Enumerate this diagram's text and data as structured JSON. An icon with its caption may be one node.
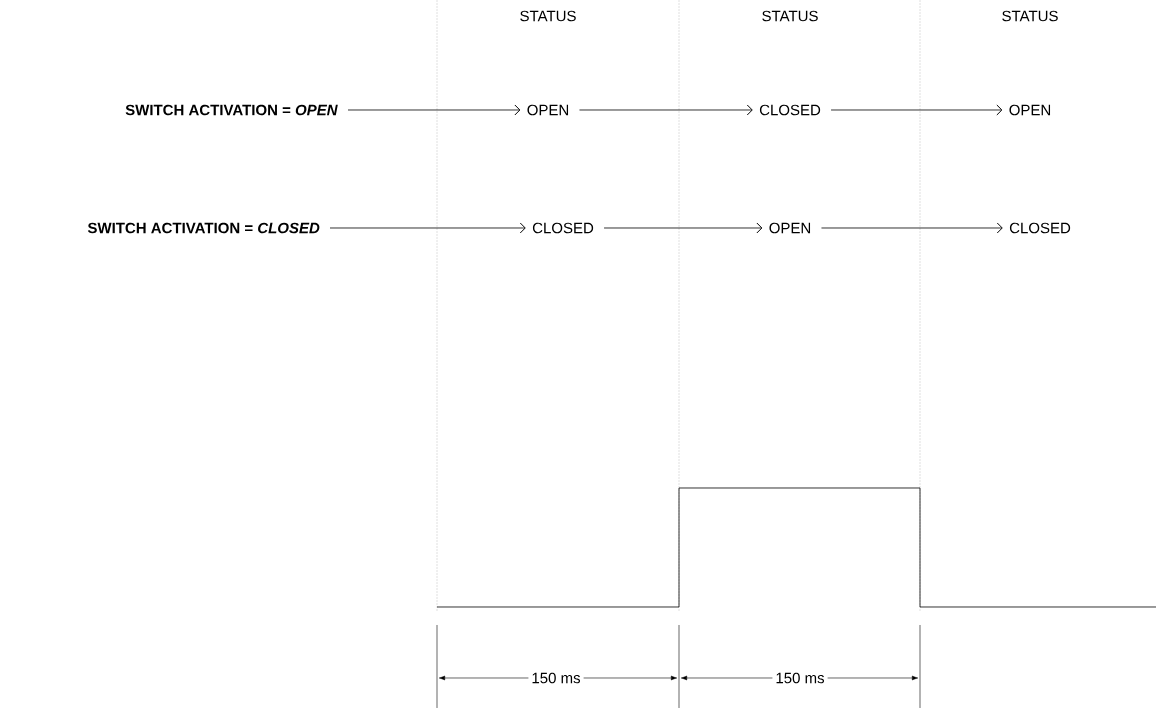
{
  "diagram": {
    "nodes": [
      {
        "text": [
          "SWITCH ACTIVATION = *OPEN*"
        ]
      },
      {
        "text": [
          "OPEN"
        ]
      },
      {
        "text": [
          "CLOSED"
        ]
      },
      {
        "text": [
          "OPEN"
        ]
      },
      {
        "text": [
          "SWITCH ACTIVATION = *CLOSED*"
        ]
      },
      {
        "text": [
          "CLOSED"
        ]
      },
      {
        "text": [
          "OPEN"
        ]
      },
      {
        "text": [
          "CLOSED"
        ]
      }
    ],
    "edges": [
      {
        "from": 0,
        "to": 1,
        "arrow": "to"
      },
      {
        "from": 1,
        "to": 2,
        "arrow": "to"
      },
      {
        "from": 2,
        "to": 3,
        "arrow": "to"
      },
      {
        "from": 4,
        "to": 5,
        "arrow": "to"
      },
      {
        "from": 5,
        "to": 6,
        "arrow": "to"
      },
      {
        "from": 6,
        "to": 7,
        "arrow": "to"
      }
    ],
    "labels": [
      "STATUS",
      "STATUS",
      "STATUS",
      "150 ms",
      "150 ms"
    ]
  }
}
